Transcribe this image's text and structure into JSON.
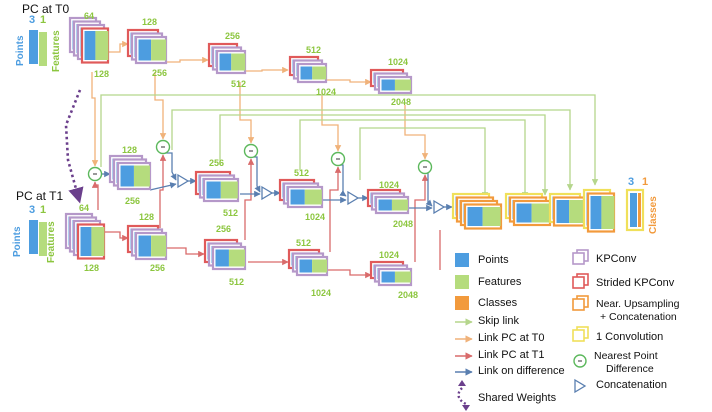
{
  "titles": {
    "t0": "PC at T0",
    "t1": "PC at T1"
  },
  "input": {
    "points_label": "Points",
    "features_label": "Features",
    "points_dim": "3",
    "features_dim": "1",
    "t1_points_dim": "3",
    "t1_features_dim": "1"
  },
  "encoder_t0": [
    "64",
    "128",
    "128",
    "256",
    "256",
    "512",
    "512",
    "1024",
    "1024",
    "2048"
  ],
  "encoder_t1": [
    "64",
    "128",
    "128",
    "256",
    "256",
    "512",
    "512",
    "1024",
    "1024",
    "2048"
  ],
  "diff_branch": [
    "128",
    "256",
    "256",
    "512",
    "512",
    "1024",
    "1024",
    "2048"
  ],
  "diff_symbol": "-",
  "output": {
    "points_dim": "3",
    "classes_dim": "1",
    "classes_label": "Classes"
  },
  "legend": {
    "points": "Points",
    "features": "Features",
    "classes": "Classes",
    "skip": "Skip link",
    "link_t0": "Link PC at T0",
    "link_t1": "Link PC at T1",
    "link_diff": "Link on difference",
    "shared": "Shared Weights",
    "kpconv": "KPConv",
    "strided": "Strided KPConv",
    "upsampling_1": "Near. Upsampling",
    "upsampling_2": "+ Concatenation",
    "conv1": "1 Convolution",
    "npd_1": "Nearest Point",
    "npd_2": "Difference",
    "concat": "Concatenation"
  },
  "colors": {
    "points": "#4d9de0",
    "features": "#b5dc7d",
    "classes": "#f29a3c",
    "kpconv": "#b598c9",
    "strided": "#e05a5a",
    "upsampling": "#f29a3c",
    "conv1": "#f0e05a",
    "skip": "#b5d68c",
    "link_t0": "#f0b27a",
    "link_t1": "#d96b6b",
    "link_diff": "#5a7fb0",
    "shared": "#6b3f8c",
    "number_text": "#8cc63f",
    "npd": "#5cb85c"
  }
}
